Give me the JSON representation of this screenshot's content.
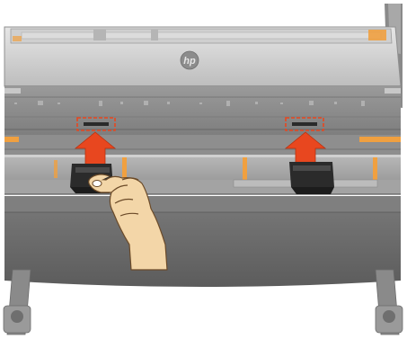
{
  "illustration": {
    "printer": {
      "brand_logo": "hp",
      "body_color": "#8c8c8c",
      "top_cover_color": "#c9c9c9",
      "basket_color": "#6b6b6b",
      "accent_color": "#f0a040"
    },
    "arrows": {
      "color": "#e8471f",
      "direction": "up",
      "count": 2
    },
    "slots": {
      "outline_color": "#e8471f",
      "style": "dashed",
      "count": 2
    },
    "handles": {
      "color": "#2b2b2b",
      "count": 2
    },
    "hand": {
      "skin_color": "#f3d6a8"
    }
  }
}
